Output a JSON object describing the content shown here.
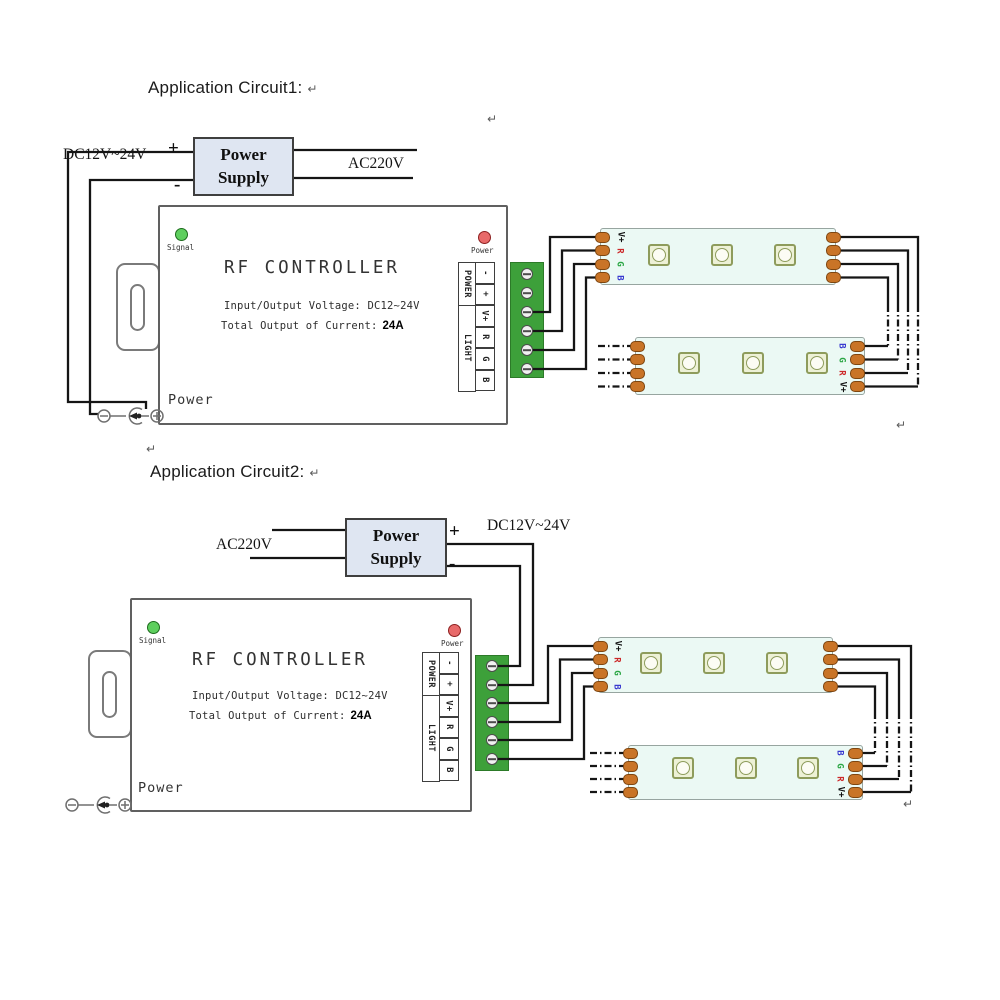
{
  "return_mark": "↵",
  "colors": {
    "wire": "#151515",
    "power_supply_fill": "#dfe6f2",
    "terminal_block_green": "#3da03a",
    "pad_orange": "#c97427",
    "strip_background": "#ebf9f4",
    "signal_led_green": "#5ecf5e",
    "power_led_red": "#e86a6a",
    "pin_red": "#cc2a2a",
    "pin_green": "#2aa644",
    "pin_blue": "#3a3ad0"
  },
  "circuit1": {
    "title": "Application Circuit1:",
    "power_supply": {
      "name_line1": "Power",
      "name_line2": "Supply",
      "dc_label": "DC12V~24V",
      "ac_label": "AC220V",
      "plus": "+",
      "minus": "-"
    },
    "controller": {
      "name": "RF CONTROLLER",
      "signal_led_label": "Signal",
      "power_led_label": "Power",
      "spec_line1": "Input/Output Voltage: DC12~24V",
      "spec_line2": "Total Output of Current:",
      "spec_current": "24A",
      "power_jack_label": "Power",
      "terminal_group_labels": [
        "POWER",
        "LIGHT"
      ],
      "terminal_pins": [
        "-",
        "+",
        "V+",
        "R",
        "G",
        "B"
      ]
    },
    "strip_top": {
      "pins": [
        "V+",
        "R",
        "G",
        "B"
      ]
    },
    "strip_bottom": {
      "pins": [
        "B",
        "G",
        "R",
        "V+"
      ]
    }
  },
  "circuit2": {
    "title": "Application Circuit2:",
    "power_supply": {
      "name_line1": "Power",
      "name_line2": "Supply",
      "dc_label": "DC12V~24V",
      "ac_label": "AC220V",
      "plus": "+",
      "minus": "-"
    },
    "controller": {
      "name": "RF CONTROLLER",
      "signal_led_label": "Signal",
      "power_led_label": "Power",
      "spec_line1": "Input/Output Voltage: DC12~24V",
      "spec_line2": "Total Output of Current:",
      "spec_current": "24A",
      "power_jack_label": "Power",
      "terminal_group_labels": [
        "POWER",
        "LIGHT"
      ],
      "terminal_pins": [
        "-",
        "+",
        "V+",
        "R",
        "G",
        "B"
      ]
    },
    "strip_top": {
      "pins": [
        "V+",
        "R",
        "G",
        "B"
      ]
    },
    "strip_bottom": {
      "pins": [
        "B",
        "G",
        "R",
        "V+"
      ]
    }
  }
}
